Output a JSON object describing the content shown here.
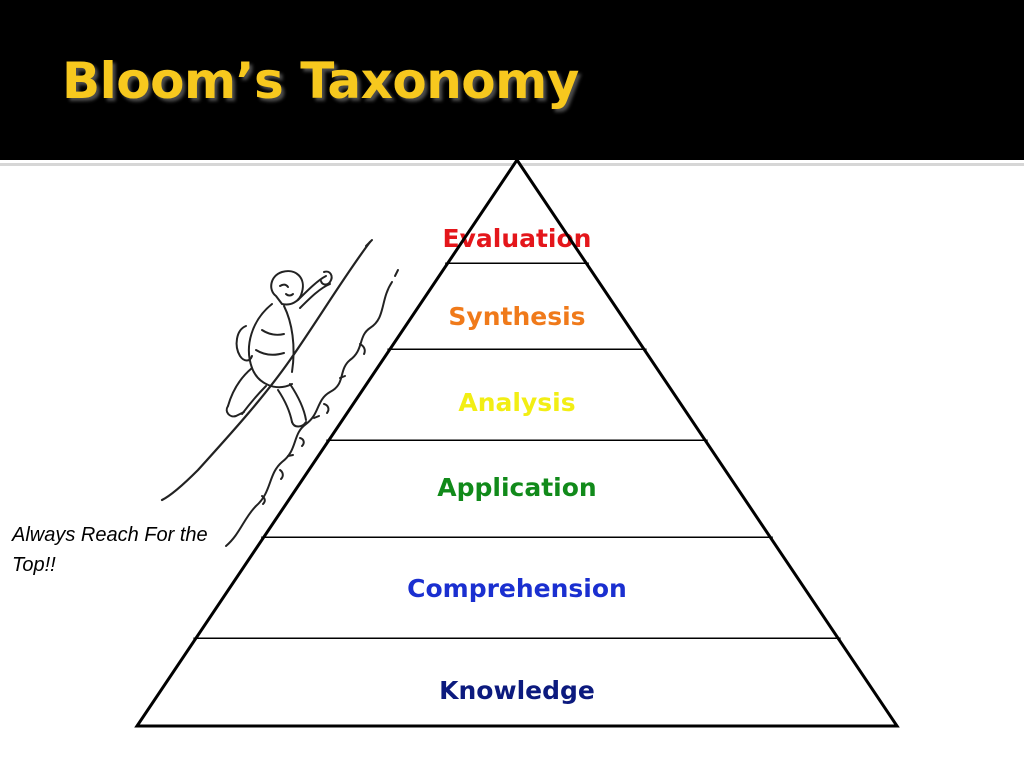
{
  "slide": {
    "title": "Bloom’s Taxonomy",
    "caption": "Always Reach For the Top!!"
  },
  "pyramid": {
    "levels": [
      {
        "label": "Evaluation",
        "color": "#e4161b"
      },
      {
        "label": "Synthesis",
        "color": "#f07a1a"
      },
      {
        "label": "Analysis",
        "color": "#f2ee14"
      },
      {
        "label": "Application",
        "color": "#118a1a"
      },
      {
        "label": "Comprehension",
        "color": "#1a2fd0"
      },
      {
        "label": "Knowledge",
        "color": "#0c1a7e"
      }
    ]
  },
  "colors": {
    "title_bar": "#000000",
    "title_text": "#f7c81e"
  },
  "illustration": {
    "icon": "climber-icon"
  }
}
